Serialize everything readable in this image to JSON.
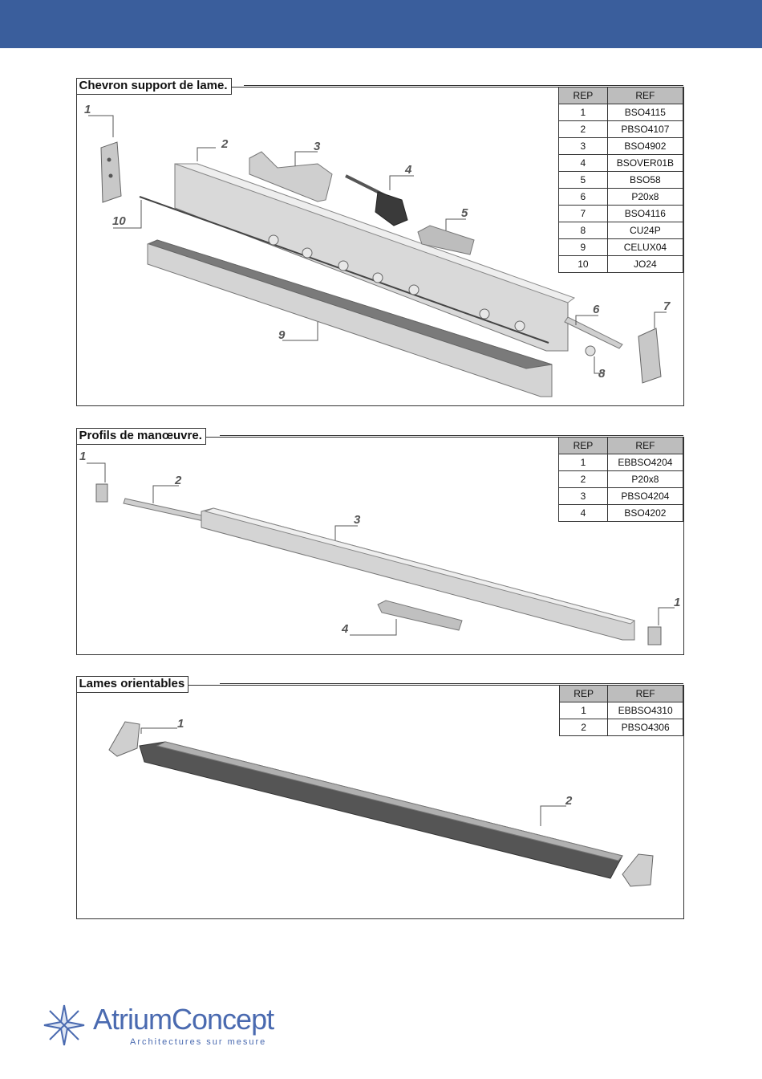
{
  "sections": [
    {
      "title": "Chevron support de lame.",
      "table": {
        "headers": [
          "REP",
          "REF"
        ],
        "rows": [
          [
            "1",
            "BSO4115"
          ],
          [
            "2",
            "PBSO4107"
          ],
          [
            "3",
            "BSO4902"
          ],
          [
            "4",
            "BSOVER01B"
          ],
          [
            "5",
            "BSO58"
          ],
          [
            "6",
            "P20x8"
          ],
          [
            "7",
            "BSO4116"
          ],
          [
            "8",
            "CU24P"
          ],
          [
            "9",
            "CELUX04"
          ],
          [
            "10",
            "JO24"
          ]
        ]
      },
      "callouts": [
        "1",
        "2",
        "3",
        "4",
        "5",
        "6",
        "7",
        "8",
        "9",
        "10"
      ]
    },
    {
      "title": "Profils de manœuvre.",
      "table": {
        "headers": [
          "REP",
          "REF"
        ],
        "rows": [
          [
            "1",
            "EBBSO4204"
          ],
          [
            "2",
            "P20x8"
          ],
          [
            "3",
            "PBSO4204"
          ],
          [
            "4",
            "BSO4202"
          ]
        ]
      },
      "callouts": [
        "1",
        "2",
        "3",
        "4",
        "1"
      ]
    },
    {
      "title": "Lames orientables",
      "table": {
        "headers": [
          "REP",
          "REF"
        ],
        "rows": [
          [
            "1",
            "EBBSO4310"
          ],
          [
            "2",
            "PBSO4306"
          ]
        ]
      },
      "callouts": [
        "1",
        "2"
      ]
    }
  ],
  "logo": {
    "name": "AtriumConcept",
    "tagline": "Architectures sur mesure"
  },
  "colors": {
    "header_band": "#3a5e9c",
    "brand": "#4a6ab0",
    "table_header": "#bdbdbd"
  }
}
